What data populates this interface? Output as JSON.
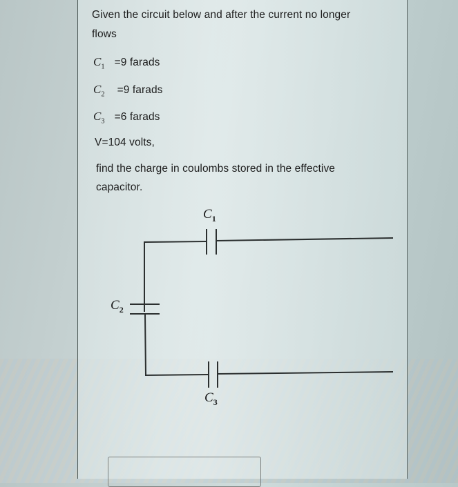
{
  "question": {
    "intro_line1": "Given the circuit below and after the current no longer",
    "intro_line2": "flows",
    "values": [
      {
        "symbol": "C",
        "subscript": "1",
        "value_text": "=9 farads"
      },
      {
        "symbol": "C",
        "subscript": "2",
        "value_text": "=9 farads"
      },
      {
        "symbol": "C",
        "subscript": "3",
        "value_text": "=6 farads"
      }
    ],
    "voltage": "V=104 volts,",
    "prompt_line1": "find the charge  in coulombs stored in the effective",
    "prompt_line2": "capacitor."
  },
  "circuit": {
    "labels": {
      "c1": {
        "symbol": "C",
        "subscript": "1"
      },
      "c2": {
        "symbol": "C",
        "subscript": "2"
      },
      "c3": {
        "symbol": "C",
        "subscript": "3"
      }
    },
    "wire_color": "#2b2f2f"
  },
  "answer": {
    "value": ""
  }
}
